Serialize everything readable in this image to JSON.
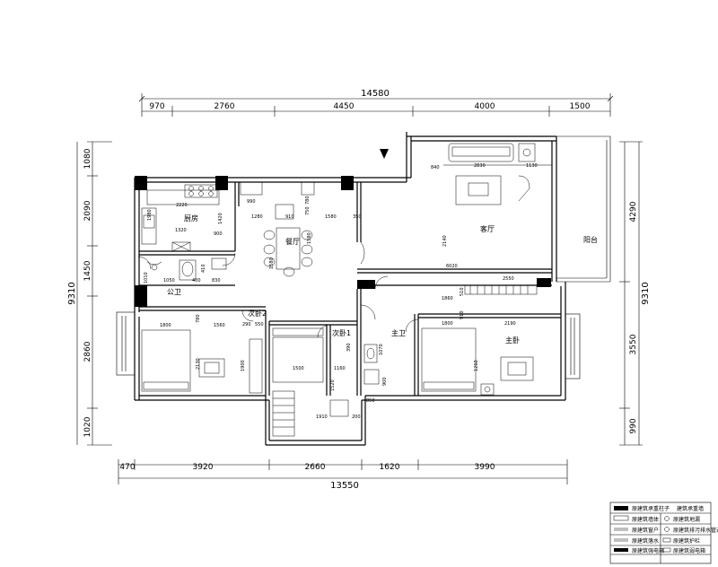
{
  "dims": {
    "top_total": "14580",
    "top_segments": [
      "970",
      "2760",
      "4450",
      "4000",
      "1500"
    ],
    "bottom_total": "13550",
    "bottom_segments": [
      "470",
      "3920",
      "2660",
      "1620",
      "3990"
    ],
    "left_total": "9310",
    "left_segments": [
      "1080",
      "2090",
      "1450",
      "2860",
      "1020"
    ],
    "right_total": "9310",
    "right_segments": [
      "4290",
      "3550",
      "990"
    ]
  },
  "rooms": {
    "kitchen": "厨房",
    "dining": "餐厅",
    "living": "客厅",
    "balcony": "阳台",
    "public_bath": "公卫",
    "second_bed_2": "次卧2",
    "second_bed_1": "次卧1",
    "master_bath": "主卫",
    "master_bed": "主卧"
  },
  "inner_dims": {
    "kitchen": [
      "2220",
      "1980",
      "1320",
      "1420",
      "900"
    ],
    "dining": [
      "990",
      "1280",
      "910",
      "750",
      "1580",
      "350",
      "780",
      "1580",
      "1580"
    ],
    "living": [
      "840",
      "2830",
      "1130",
      "2140",
      "6020",
      "2550",
      "510",
      "1860"
    ],
    "public_bath": [
      "1050",
      "400",
      "830",
      "410",
      "1010"
    ],
    "second_bed_2": [
      "1800",
      "1560",
      "780",
      "290",
      "550",
      "2130",
      "1900"
    ],
    "second_bed_1": [
      "1500",
      "1160",
      "1910",
      "1520",
      "200",
      "390"
    ],
    "master": [
      "1800",
      "2190",
      "910",
      "1070",
      "1260",
      "900",
      "850"
    ]
  },
  "legend": [
    "原建筑承重柱子",
    "建筑承重墙",
    "原建筑墙体",
    "原建筑地漏",
    "原建筑窗户",
    "原建筑排污排水管道",
    "原建筑落水",
    "原建筑护栏",
    "原建筑强电箱",
    "原建筑弱电箱"
  ]
}
